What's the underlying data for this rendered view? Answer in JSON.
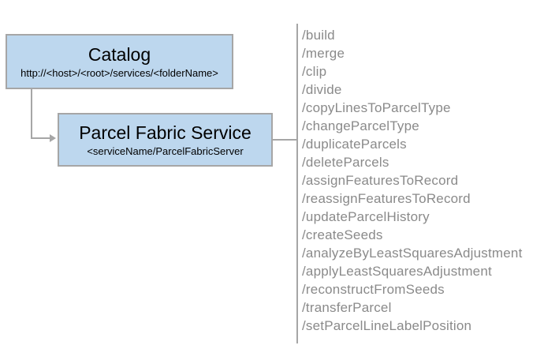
{
  "diagram": {
    "catalog_box": {
      "title": "Catalog",
      "url_template": "http://<host>/<root>/services/<folderName>"
    },
    "service_box": {
      "title": "Parcel Fabric Service",
      "subtitle": "<serviceName/ParcelFabricServer"
    }
  },
  "endpoints": {
    "items": [
      "/build",
      "/merge",
      "/clip",
      "/divide",
      "/copyLinesToParcelType",
      "/changeParcelType",
      "/duplicateParcels",
      "/deleteParcels",
      "/assignFeaturesToRecord",
      "/reassignFeaturesToRecord",
      "/updateParcelHistory",
      "/createSeeds",
      "/analyzeByLeastSquaresAdjustment",
      "/applyLeastSquaresAdjustment",
      "/reconstructFromSeeds",
      "/transferParcel",
      "/setParcelLineLabelPosition"
    ]
  },
  "colors": {
    "box_fill": "#BDD7EE",
    "box_border": "#A6A6A6",
    "connector": "#A6A6A6",
    "endpoint_text": "#8A8A8A",
    "title_text": "#000000"
  }
}
